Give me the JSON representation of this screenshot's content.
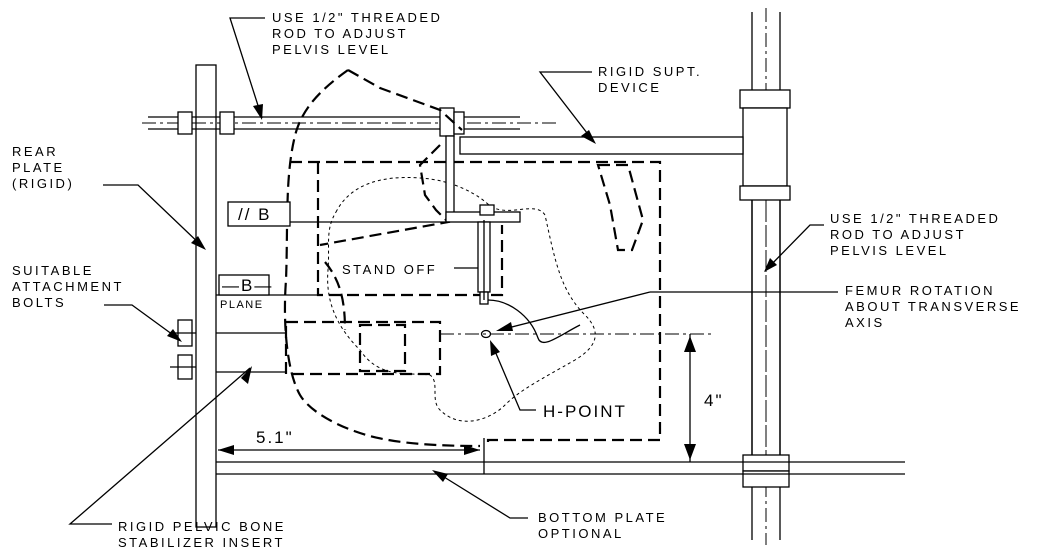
{
  "labels": {
    "rod_top": [
      "USE 1/2\" THREADED",
      "ROD TO ADJUST",
      "PELVIS LEVEL"
    ],
    "rigid_support": [
      "RIGID SUPT.",
      "DEVICE"
    ],
    "rear_plate": [
      "REAR",
      "PLATE",
      "(RIGID)"
    ],
    "rod_right": [
      "USE 1/2\" THREADED",
      "ROD TO ADJUST",
      "PELVIS LEVEL"
    ],
    "attachment_bolts": [
      "SUITABLE",
      "ATTACHMENT",
      "BOLTS"
    ],
    "femur_rotation": [
      "FEMUR ROTATION",
      "ABOUT TRANSVERSE",
      "AXIS"
    ],
    "stand_off": "STAND OFF",
    "datum_b_parallel": "// B",
    "datum_b": "—B—",
    "plane": "PLANE",
    "h_point": "H-POINT",
    "dim_4": "4\"",
    "dim_5_1": "5.1\"",
    "bottom_plate": [
      "BOTTOM PLATE",
      "OPTIONAL"
    ],
    "stabilizer_insert": [
      "RIGID PELVIC BONE",
      "STABILIZER INSERT"
    ]
  }
}
